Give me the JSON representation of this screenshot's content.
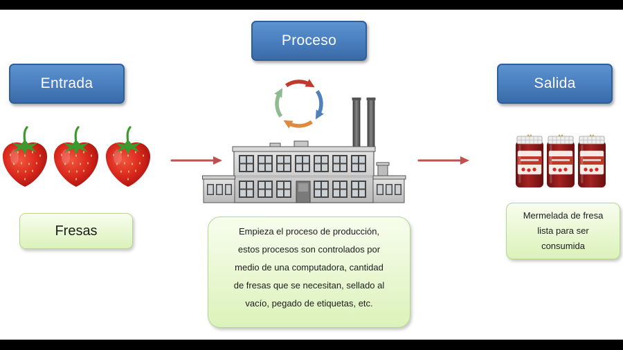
{
  "stages": {
    "input": {
      "title": "Entrada",
      "label": "Fresas"
    },
    "process": {
      "title": "Proceso",
      "description": [
        "Empieza el proceso de producción,",
        "estos procesos son controlados por",
        "medio de una computadora, cantidad",
        "de fresas que se necesitan, sellado al",
        "vacío, pegado de etiquetas, etc."
      ]
    },
    "output": {
      "title": "Salida",
      "description": [
        "Mermelada de fresa",
        "lista para ser",
        "consumida"
      ]
    }
  },
  "icons": {
    "input": [
      "strawberry-icon",
      "strawberry-icon",
      "strawberry-icon"
    ],
    "process": [
      "cycle-arrows-icon",
      "factory-icon"
    ],
    "output": [
      "jam-jar-icon",
      "jam-jar-icon",
      "jam-jar-icon"
    ],
    "flow": [
      "arrow-right-icon",
      "arrow-right-icon"
    ]
  },
  "colors": {
    "title_box": "#4a7fc0",
    "title_box_border": "#2f5f97",
    "note_box": "#dcf2bb",
    "note_box_border": "#b5d88f",
    "flow_arrow": "#c0504d",
    "cycle": [
      "#c0392b",
      "#4f81bd",
      "#e08a3c",
      "#8fbc8f"
    ],
    "strawberry": "#d8261c",
    "jam": "#8e1c1c"
  }
}
